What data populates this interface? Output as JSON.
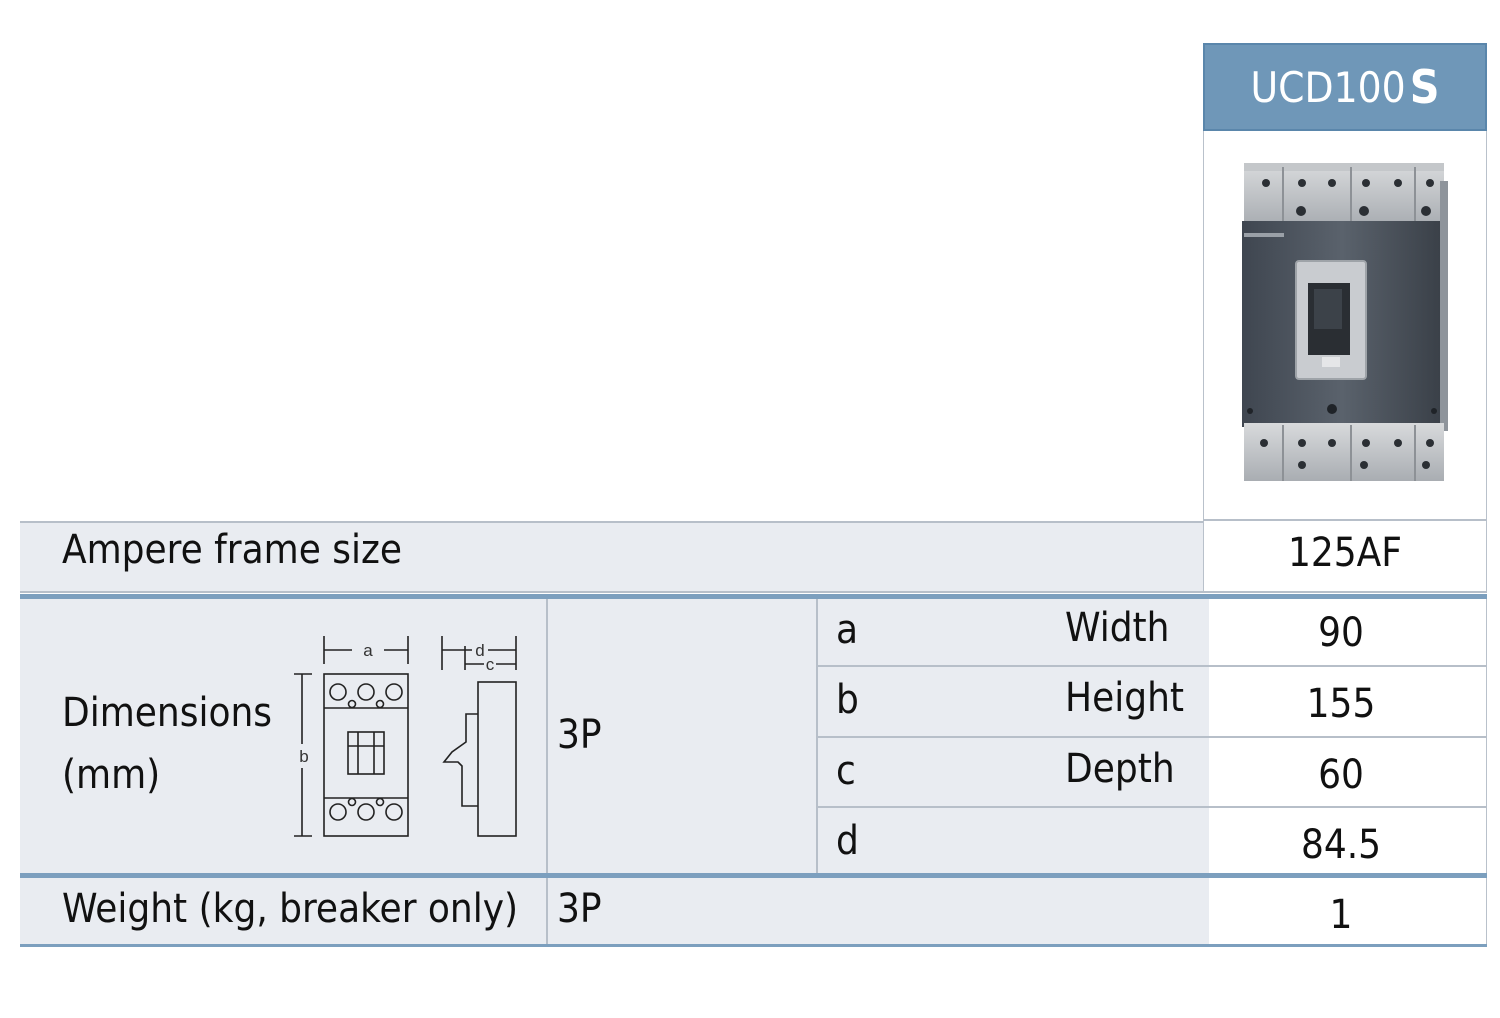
{
  "model": {
    "name": "UCD100",
    "suffix": "S"
  },
  "icons": {
    "product_image": "molded-case-circuit-breaker",
    "dimension_drawing": "breaker-dimension-drawing"
  },
  "colors": {
    "header_bg": "#6f97b8",
    "row_shade": "#e9ecf1",
    "divider_blue": "#7c9fbe"
  },
  "ampere_frame": {
    "label": "Ampere frame size",
    "value": "125AF"
  },
  "dimensions": {
    "label_line1": "Dimensions",
    "label_line2": "(mm)",
    "poles": "3P",
    "drawing_labels": {
      "a": "a",
      "b": "b",
      "c": "c",
      "d": "d"
    },
    "rows": [
      {
        "key": "a",
        "name": "Width",
        "value": "90"
      },
      {
        "key": "b",
        "name": "Height",
        "value": "155"
      },
      {
        "key": "c",
        "name": "Depth",
        "value": "60"
      },
      {
        "key": "d",
        "name": "",
        "value": "84.5"
      }
    ]
  },
  "weight": {
    "label": "Weight (kg, breaker only)",
    "poles": "3P",
    "value": "1"
  }
}
